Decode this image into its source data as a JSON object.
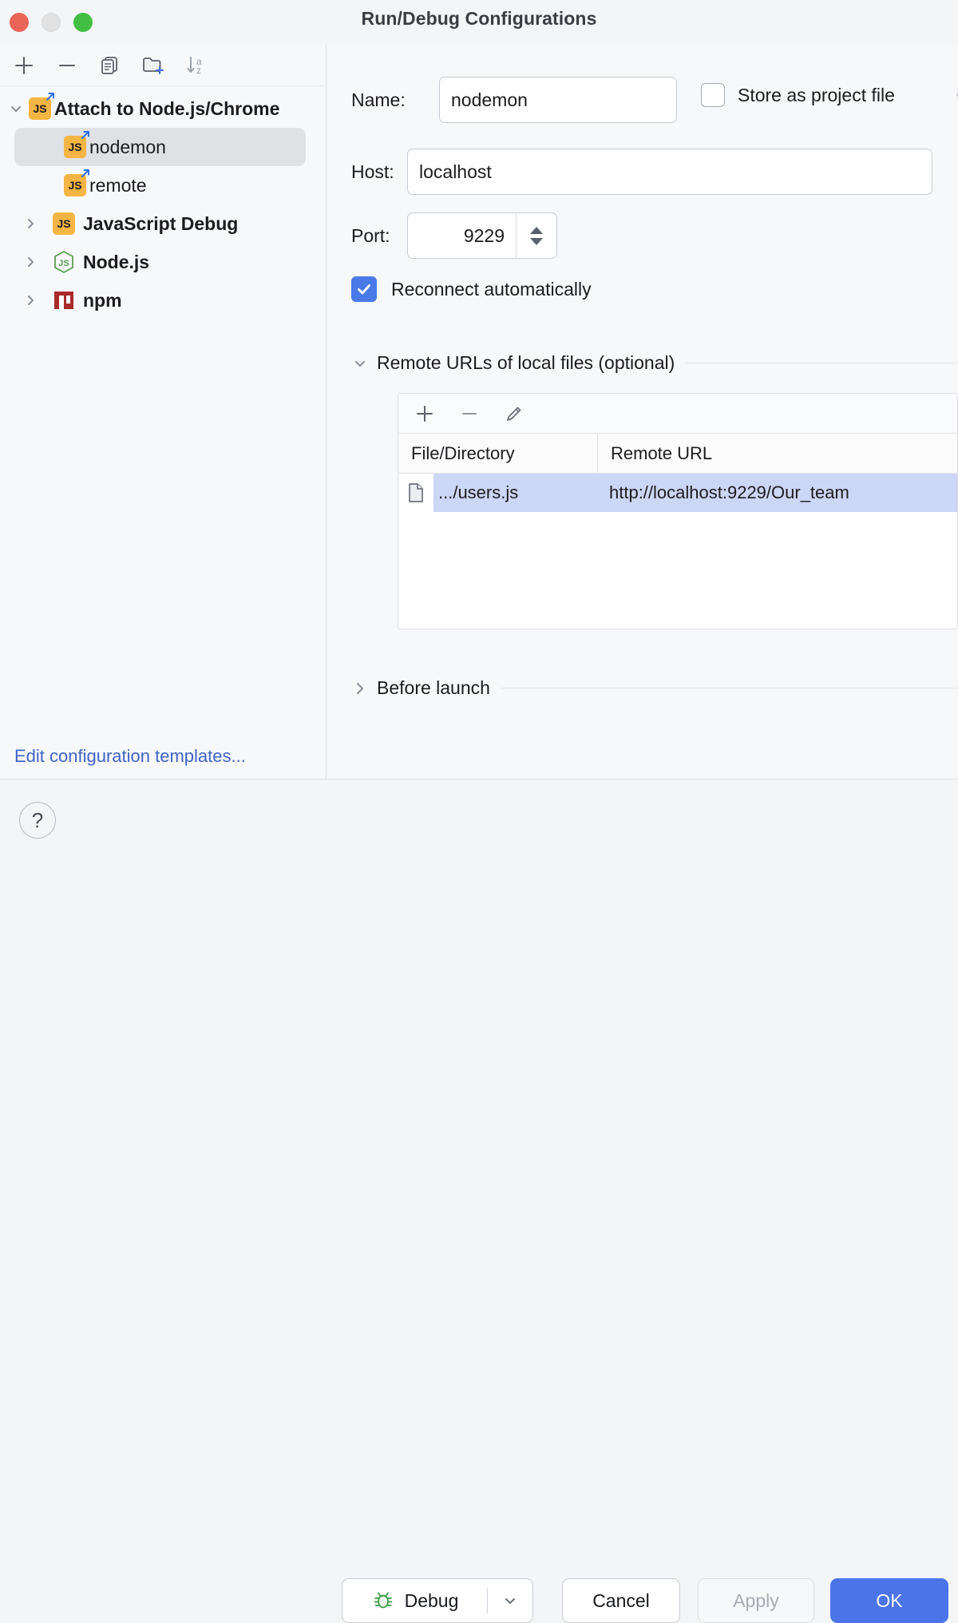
{
  "window": {
    "title": "Run/Debug Configurations",
    "traffic_lights": [
      "close-red",
      "minimize-yellow",
      "maximize-green"
    ]
  },
  "left_panel": {
    "toolbar": [
      {
        "name": "add-configuration-button",
        "icon": "plus-icon"
      },
      {
        "name": "remove-configuration-button",
        "icon": "minus-icon"
      },
      {
        "name": "copy-configuration-button",
        "icon": "copy-icon"
      },
      {
        "name": "new-folder-button",
        "icon": "new-folder-icon"
      },
      {
        "name": "sort-alphabetically-button",
        "icon": "sort-az-icon"
      }
    ],
    "tree": [
      {
        "label": "Attach to Node.js/Chrome",
        "icon": "js-remote-icon",
        "twisty": "expanded",
        "level": 0,
        "bold": true,
        "selected": false
      },
      {
        "label": "nodemon",
        "icon": "js-remote-icon",
        "twisty": "none",
        "level": 1,
        "bold": false,
        "selected": true
      },
      {
        "label": "remote",
        "icon": "js-remote-icon",
        "twisty": "none",
        "level": 1,
        "bold": false,
        "selected": false
      },
      {
        "label": "JavaScript Debug",
        "icon": "js-icon",
        "twisty": "collapsed",
        "level": 0,
        "bold": true,
        "selected": false
      },
      {
        "label": "Node.js",
        "icon": "nodejs-icon",
        "twisty": "collapsed",
        "level": 0,
        "bold": true,
        "selected": false
      },
      {
        "label": "npm",
        "icon": "npm-icon",
        "twisty": "collapsed",
        "level": 0,
        "bold": true,
        "selected": false
      }
    ],
    "edit_templates_link": "Edit configuration templates..."
  },
  "form": {
    "name_label": "Name:",
    "name_value": "nodemon",
    "store_as_project_file_label": "Store as project file",
    "store_as_project_file_checked": false,
    "host_label": "Host:",
    "host_value": "localhost",
    "port_label": "Port:",
    "port_value": "9229",
    "reconnect_label": "Reconnect automatically",
    "reconnect_checked": true,
    "remote_urls": {
      "section_title": "Remote URLs of local files (optional)",
      "expanded": true,
      "toolbar": [
        {
          "name": "add-url-mapping-button",
          "icon": "plus-icon"
        },
        {
          "name": "remove-url-mapping-button",
          "icon": "minus-icon"
        },
        {
          "name": "edit-url-mapping-button",
          "icon": "pencil-icon"
        }
      ],
      "columns": [
        "File/Directory",
        "Remote URL"
      ],
      "rows": [
        {
          "icon": "file-icon",
          "file": ".../users.js",
          "url": "http://localhost:9229/Our_team",
          "selected": true
        }
      ]
    },
    "before_launch": {
      "title": "Before launch",
      "expanded": false
    }
  },
  "footer": {
    "help_label": "?",
    "debug_label": "Debug",
    "cancel_label": "Cancel",
    "apply_label": "Apply",
    "apply_enabled": false,
    "ok_label": "OK"
  },
  "colors": {
    "accent_blue": "#4a74e8",
    "checkbox_blue": "#4a7ae8",
    "link_blue": "#3f64c8",
    "selection_row": "#ccd6f5",
    "tree_selection": "#dfe1e5",
    "background": "#f4f5f7",
    "panel": "#f7f8fa",
    "js_badge": "#f5b544",
    "npm_red": "#ab2a2a",
    "node_green": "#5a9e52",
    "bug_green": "#3f9c4a"
  }
}
